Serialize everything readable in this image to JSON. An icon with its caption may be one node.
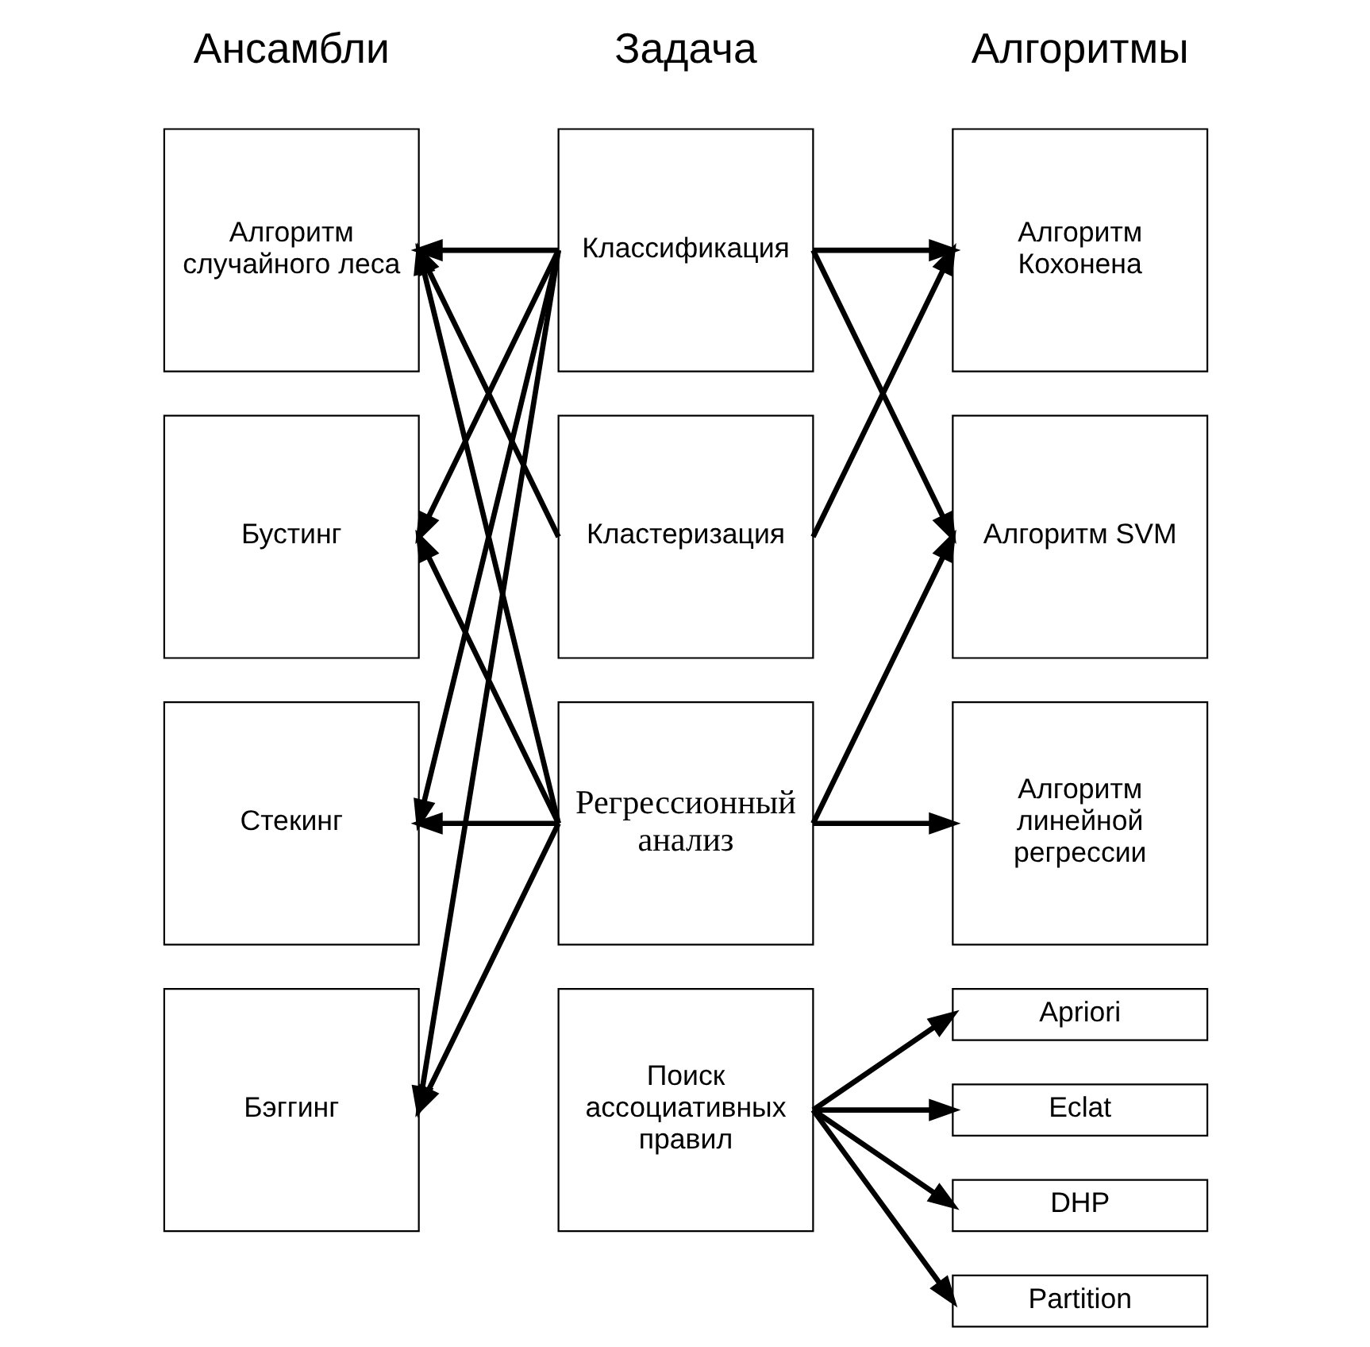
{
  "diagram": {
    "nodes": [
      {
        "text": [
          "Алгоритм случайного леса"
        ]
      },
      {
        "text": [
          "Классификация"
        ]
      },
      {
        "text": [
          "Алгоритм Кохонена"
        ]
      },
      {
        "text": [
          "Бустинг"
        ]
      },
      {
        "text": [
          "Кластеризация"
        ]
      },
      {
        "text": [
          "Алгоритм SVM"
        ]
      },
      {
        "text": [
          "Стекинг"
        ]
      },
      {
        "text": [
          "Регрессионный анализ"
        ]
      },
      {
        "text": [
          "Алгоритм линейной регрессии"
        ]
      },
      {
        "text": [
          "Бэггинг"
        ]
      },
      {
        "text": [
          "Поиск ассоциативных правил"
        ]
      },
      {
        "text": [
          "Apriori"
        ]
      },
      {
        "text": [
          "Eclat"
        ]
      },
      {
        "text": [
          "DHP"
        ]
      },
      {
        "text": [
          "Partition"
        ]
      }
    ],
    "edges": [
      {
        "from": 1,
        "to": 0,
        "arrow": "to"
      },
      {
        "from": 1,
        "to": 3,
        "arrow": "to"
      },
      {
        "from": 1,
        "to": 6,
        "arrow": "to"
      },
      {
        "from": 1,
        "to": 9,
        "arrow": "to"
      },
      {
        "from": 4,
        "to": 0,
        "arrow": "to"
      },
      {
        "from": 7,
        "to": 0,
        "arrow": "to"
      },
      {
        "from": 7,
        "to": 3,
        "arrow": "to"
      },
      {
        "from": 7,
        "to": 6,
        "arrow": "to"
      },
      {
        "from": 7,
        "to": 9,
        "arrow": "to"
      },
      {
        "from": 1,
        "to": 2,
        "arrow": "to"
      },
      {
        "from": 1,
        "to": 5,
        "arrow": "to"
      },
      {
        "from": 4,
        "to": 2,
        "arrow": "to"
      },
      {
        "from": 7,
        "to": 5,
        "arrow": "to"
      },
      {
        "from": 7,
        "to": 8,
        "arrow": "to"
      },
      {
        "from": 10,
        "to": 11,
        "arrow": "to"
      },
      {
        "from": 10,
        "to": 12,
        "arrow": "to"
      },
      {
        "from": 10,
        "to": 13,
        "arrow": "to"
      },
      {
        "from": 10,
        "to": 14,
        "arrow": "to"
      }
    ],
    "labels": [
      "Ансамбли",
      "Задача",
      "Алгоритмы"
    ]
  }
}
